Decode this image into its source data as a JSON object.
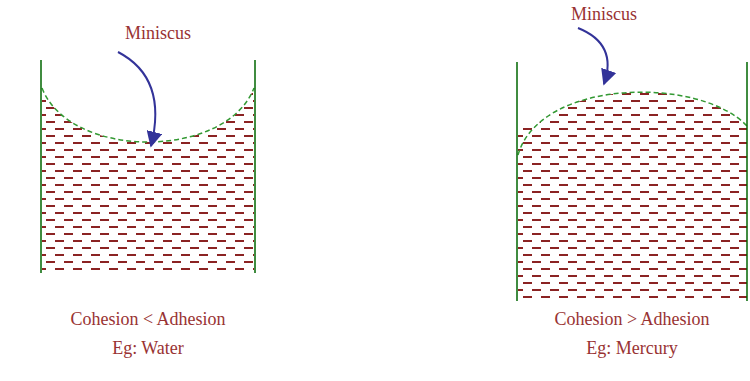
{
  "diagram": {
    "labels": [
      "Miniscus",
      "Cohesion < Adhesion",
      "Eg: Water",
      "Miniscus",
      "Cohesion > Adhesion",
      "Eg: Mercury"
    ]
  }
}
